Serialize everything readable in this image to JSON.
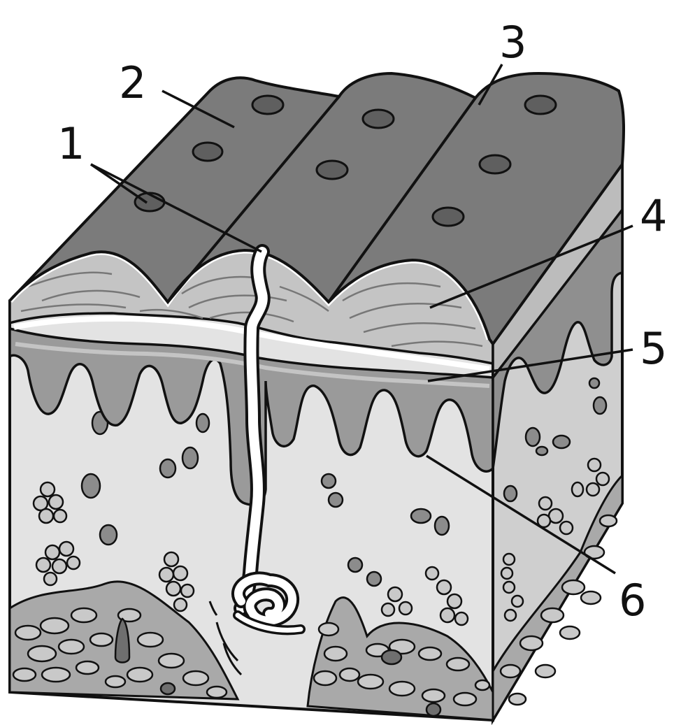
{
  "labels": [
    {
      "id": "1",
      "text": "1"
    },
    {
      "id": "2",
      "text": "2"
    },
    {
      "id": "3",
      "text": "3"
    },
    {
      "id": "4",
      "text": "4"
    },
    {
      "id": "5",
      "text": "5"
    },
    {
      "id": "6",
      "text": "6"
    }
  ],
  "colors": {
    "outline": "#111111",
    "top_surface": "#7b7b7b",
    "side_face": "#a6a6a6",
    "layer_light": "#c4c4c4",
    "layer_mid": "#8f8f8f",
    "papillae": "#9a9a9a",
    "dermis_front": "#e3e3e3",
    "dermis_side": "#cfcfcf",
    "cells": "#c9c9c9",
    "nucleus": "#5f5f5f",
    "background": "#ffffff"
  }
}
